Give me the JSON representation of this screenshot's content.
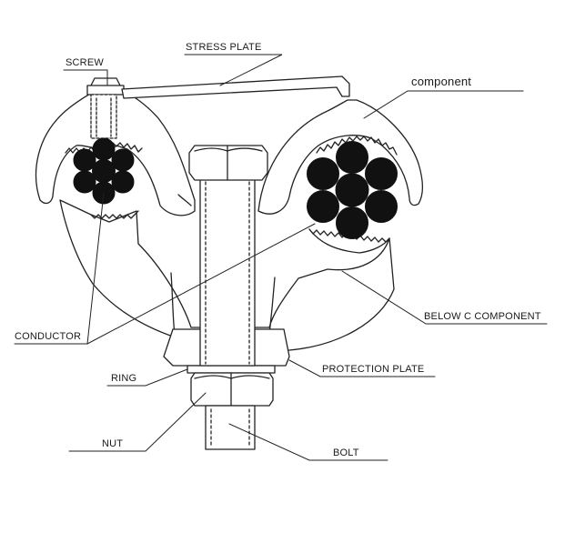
{
  "labels": {
    "screw": "SCREW",
    "stress_plate": "STRESS PLATE",
    "component": "component",
    "conductor": "CONDUCTOR",
    "below_c_component": "BELOW C COMPONENT",
    "ring": "RING",
    "protection_plate": "PROTECTION PLATE",
    "nut": "NUT",
    "bolt": "BOLT"
  }
}
